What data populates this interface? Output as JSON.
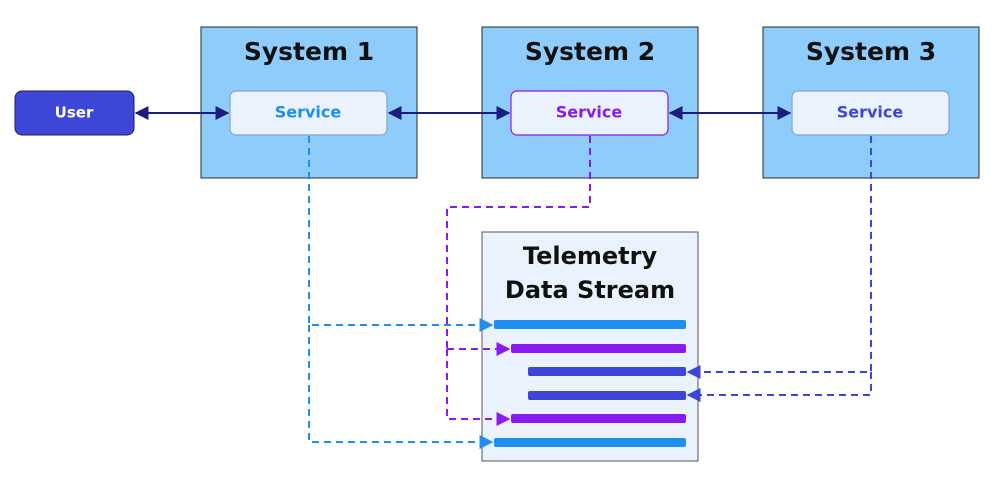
{
  "user": {
    "label": "User"
  },
  "systems": [
    {
      "title": "System 1",
      "service_label": "Service"
    },
    {
      "title": "System 2",
      "service_label": "Service"
    },
    {
      "title": "System 3",
      "service_label": "Service"
    }
  ],
  "telemetry": {
    "title_line1": "Telemetry",
    "title_line2": "Data Stream"
  },
  "colors": {
    "system_fill": "#8ecdfb",
    "service_fill": "#eaf3fd",
    "telemetry_fill": "#eaf3fd",
    "user_fill": "#3d46d6",
    "link_dark": "#1c1c7a",
    "stream_service1": "#1f8ef1",
    "stream_service2": "#8a1bf0",
    "stream_service3": "#3d46d6"
  }
}
